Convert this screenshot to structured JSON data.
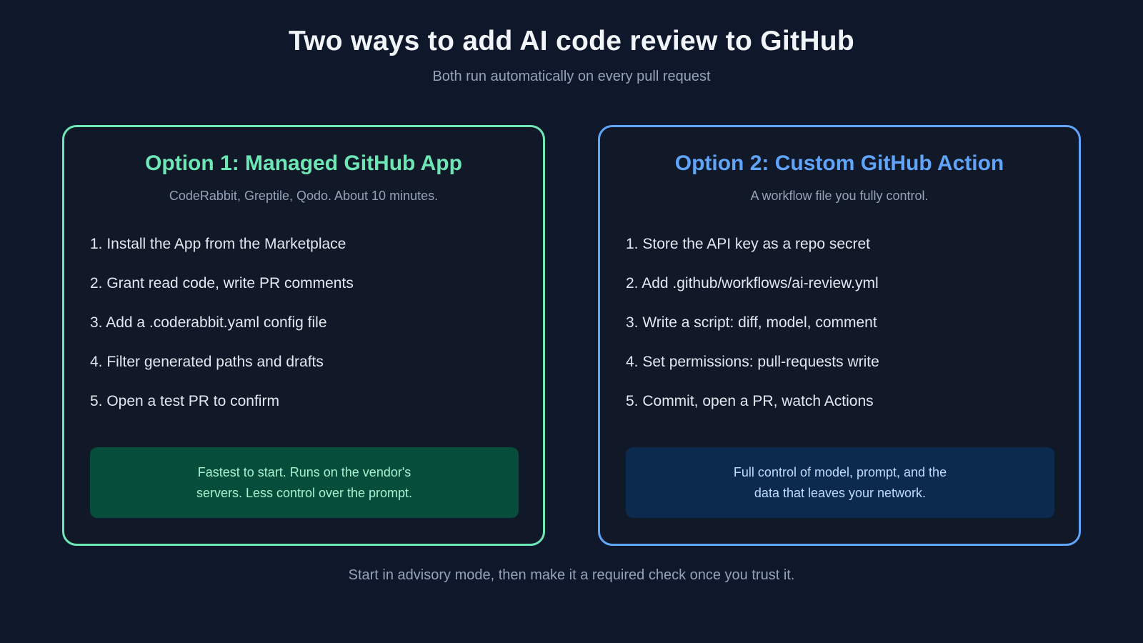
{
  "header": {
    "title": "Two ways to add AI code review to GitHub",
    "subtitle": "Both run automatically on every pull request"
  },
  "colors": {
    "background": "#0f172a",
    "option1_accent": "#6ee7b7",
    "option1_note_bg": "#064e3b",
    "option1_note_text": "#a7f3d0",
    "option2_accent": "#60a5fa",
    "option2_note_bg": "#0c2a4d",
    "option2_note_text": "#bfdbfe"
  },
  "options": [
    {
      "title": "Option 1: Managed GitHub App",
      "subtitle": "CodeRabbit, Greptile, Qodo. About 10 minutes.",
      "steps": [
        "1. Install the App from the Marketplace",
        "2. Grant read code, write PR comments",
        "3. Add a .coderabbit.yaml config file",
        "4. Filter generated paths and drafts",
        "5. Open a test PR to confirm"
      ],
      "note": "Fastest to start. Runs on the vendor's servers. Less control over the prompt."
    },
    {
      "title": "Option 2: Custom GitHub Action",
      "subtitle": "A workflow file you fully control.",
      "steps": [
        "1. Store the API key as a repo secret",
        "2. Add .github/workflows/ai-review.yml",
        "3. Write a script: diff, model, comment",
        "4. Set permissions: pull-requests write",
        "5. Commit, open a PR, watch Actions"
      ],
      "note": "Full control of model, prompt, and the data that leaves your network."
    }
  ],
  "footer": {
    "text": "Start in advisory mode, then make it a required check once you trust it."
  }
}
